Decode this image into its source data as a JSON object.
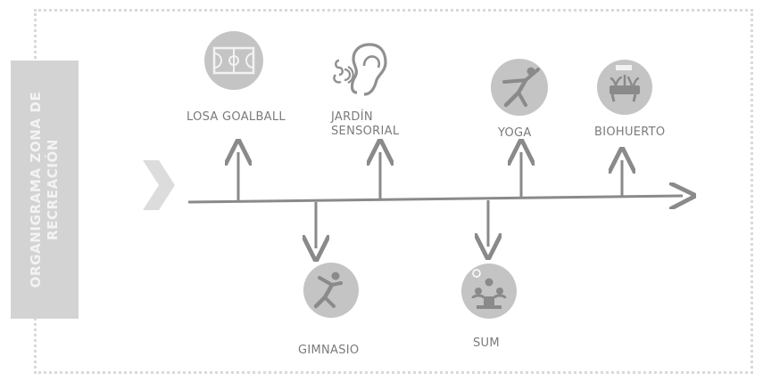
{
  "title_lines": [
    "ORGANIGRAMA ZONA DE",
    "RECREACIÓN"
  ],
  "nodes": {
    "losa": "LOSA GOALBALL",
    "jardin": [
      "JARDÍN",
      "SENSORIAL"
    ],
    "yoga": "YOGA",
    "biohuerto": "BIOHUERTO",
    "gimnasio": "GIMNASIO",
    "sum": "SUM"
  },
  "icons": {
    "losa": "basketball-court-icon",
    "jardin": "ear-sound-icon",
    "yoga": "yoga-pose-icon",
    "biohuerto": "plant-bed-icon",
    "gimnasio": "stretching-person-icon",
    "sum": "meeting-people-icon"
  },
  "colors": {
    "line": "#8a8a8a",
    "icon_circle": "#c4c4c4",
    "side_panel": "#d3d3d3",
    "frame_dots": "#d9d9d9"
  }
}
